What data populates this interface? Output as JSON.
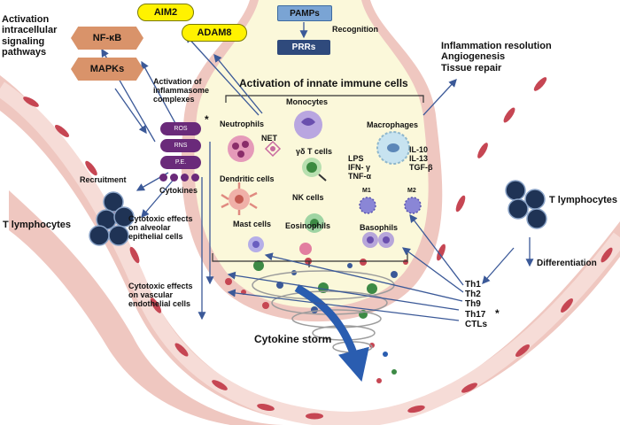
{
  "colors": {
    "vessel_wall": "#efc7c0",
    "vessel_inner": "#f6dcd7",
    "red_cell": "#c64653",
    "alveolus_fill": "#fbf8da",
    "hex_fill": "#d9936a",
    "yellow_pill": "#fff200",
    "pamps_fill": "#7aa4d4",
    "prrs_fill": "#2f4a7c",
    "stack_fill": "#6a2a7a",
    "t_cell": "#1f3355",
    "storm_arrow": "#2a5db0"
  },
  "labels": {
    "aim2": "AIM2",
    "adam8": "ADAM8",
    "pamps": "PAMPs",
    "prrs": "PRRs",
    "recognition": "Recognition",
    "activation_intracellular": "Activation\nintracellular\nsignaling\npathways",
    "nf_kb": "NF-κB",
    "mapks": "MAPKs",
    "activation_inflammasome": "Activation of\ninflammasome\ncomplexes",
    "activation_innate": "Activation of innate immune cells",
    "inflammation_resolution": "Inflammation resolution\nAngiogenesis\nTissue repair",
    "asterisk": "*",
    "ros": "ROS",
    "rns": "RNS",
    "pe": "P.E.",
    "cytokines": "Cytokines",
    "recruitment": "Recruitment",
    "t_lymphocytes_left": "T lymphocytes",
    "t_lymphocytes_right": "T lymphocytes",
    "cytotoxic_alveolar": "Cytotoxic effects\non alveolar\nepithelial cells",
    "cytotoxic_vascular": "Cytotoxic effects\non vascular\nendothelial cells",
    "neutrophils": "Neutrophils",
    "net": "NET",
    "monocytes": "Monocytes",
    "gd_t_cells": "γδ T cells",
    "macrophages": "Macrophages",
    "dendritic_cells": "Dendritic cells",
    "nk_cells": "NK cells",
    "mast_cells": "Mast cells",
    "eosinophils": "Eosinophils",
    "basophils": "Basophils",
    "lps_ifn_tnf": "LPS\nIFN- γ\nTNF-α",
    "m1": "M1",
    "il_list": "IL-10\nIL-13\nTGF-β",
    "m2": "M2",
    "differentiation": "Differentiation",
    "th_list": "Th1\nTh2\nTh9\nTh17\nCTLs",
    "th17_asterisk": "*",
    "cytokine_storm": "Cytokine storm"
  }
}
